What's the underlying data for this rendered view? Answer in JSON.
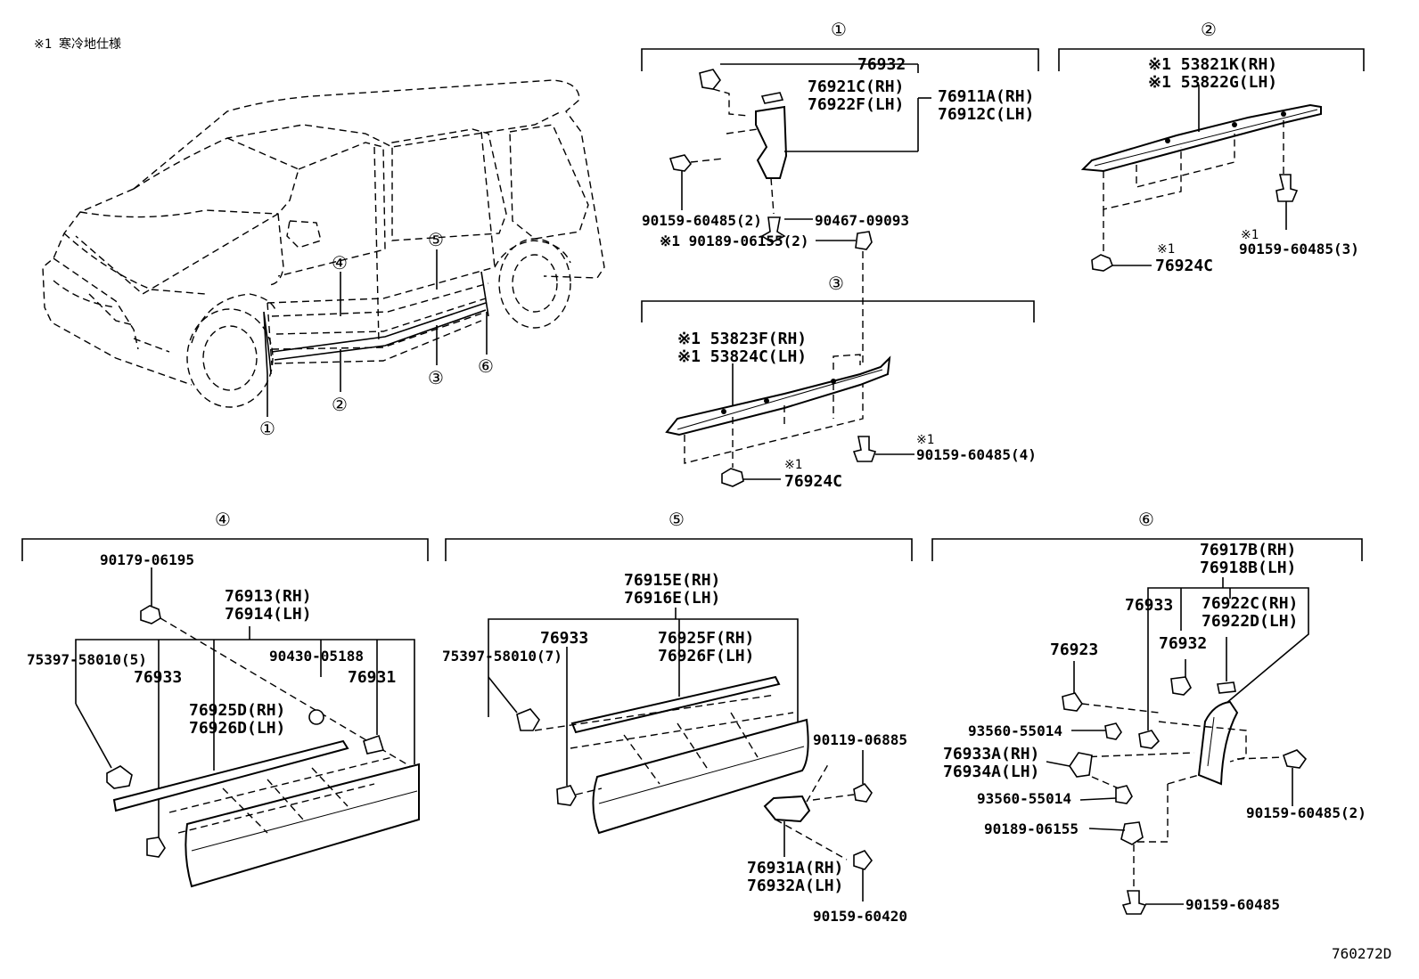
{
  "note": {
    "mark": "※1",
    "text": "寒冷地仕様"
  },
  "diagram_code": "760272D",
  "sections": {
    "s1": {
      "num": "①",
      "labels": {
        "a": "76932",
        "b": "76921C(RH)",
        "c": "76922F(LH)",
        "d": "76911A(RH)",
        "e": "76912C(LH)",
        "f": "90159-60485(2)",
        "g": "90467-09093"
      }
    },
    "s2": {
      "num": "②",
      "labels": {
        "a": "※1 53821K(RH)",
        "b": "※1 53822G(LH)",
        "c": "※1",
        "d": "76924C",
        "e": "※1",
        "f": "90159-60485(3)"
      }
    },
    "s3": {
      "num": "③",
      "labels": {
        "a": "※1 90189-06155(2)",
        "b": "※1 53823F(RH)",
        "c": "※1 53824C(LH)",
        "d": "※1",
        "e": "90159-60485(4)",
        "f": "※1",
        "g": "76924C"
      }
    },
    "s4": {
      "num": "④",
      "labels": {
        "a": "90179-06195",
        "b": "76913(RH)",
        "c": "76914(LH)",
        "d": "75397-58010(5)",
        "e": "76933",
        "f": "90430-05188",
        "g": "76931",
        "h": "76925D(RH)",
        "i": "76926D(LH)"
      }
    },
    "s5": {
      "num": "⑤",
      "labels": {
        "a": "76915E(RH)",
        "b": "76916E(LH)",
        "c": "76933",
        "d": "76925F(RH)",
        "e": "76926F(LH)",
        "f": "75397-58010(7)",
        "g": "90119-06885",
        "h": "76931A(RH)",
        "i": "76932A(LH)",
        "j": "90159-60420"
      }
    },
    "s6": {
      "num": "⑥",
      "labels": {
        "a": "76917B(RH)",
        "b": "76918B(LH)",
        "c": "76933",
        "d": "76922C(RH)",
        "e": "76922D(LH)",
        "f": "76923",
        "g": "76932",
        "h": "93560-55014",
        "i": "76933A(RH)",
        "j": "76934A(LH)",
        "k": "93560-55014",
        "l": "90159-60485(2)",
        "m": "90189-06155",
        "n": "90159-60485"
      }
    }
  },
  "vehicle_callouts": [
    "①",
    "②",
    "③",
    "④",
    "⑤",
    "⑥"
  ]
}
